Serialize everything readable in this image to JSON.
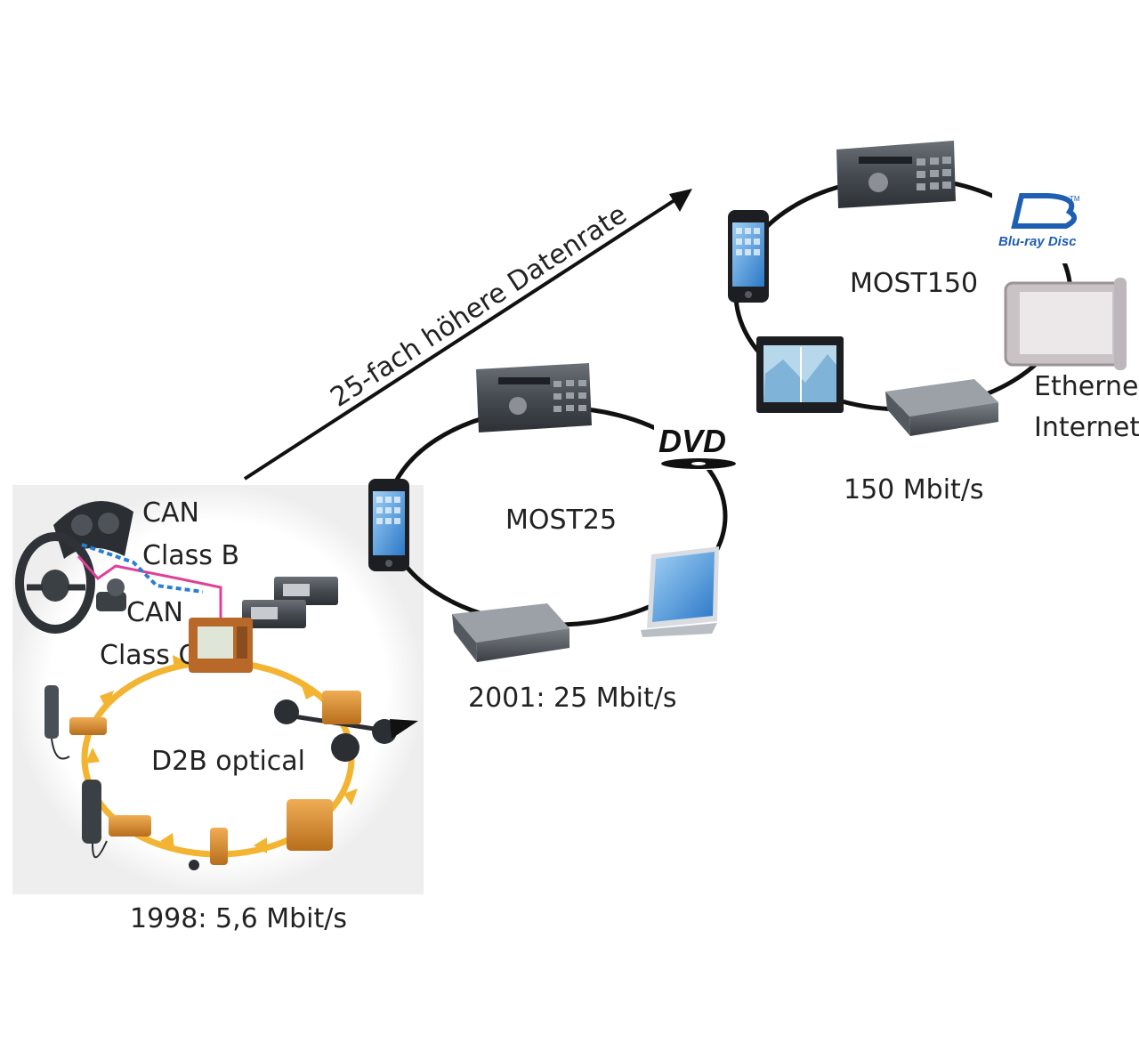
{
  "colors": {
    "ring": "#111111",
    "d2b_arrow": "#f2b431",
    "can_class_b": "#e0409a",
    "can_class_c": "#2a7fd4",
    "orange_box": "#d98a2e",
    "device_dark": "#3e4247",
    "bluray_blue": "#1e5fb4"
  },
  "trend_arrow": {
    "label": "25-fach höhere Datenrate"
  },
  "most150": {
    "name": "MOST150",
    "rate": "150 Mbit/s",
    "ethernet": "Ethernet",
    "internet": "Internet",
    "bluray_brand": "Blu-ray Disc",
    "bluray_tm": "TM"
  },
  "most25": {
    "name": "MOST25",
    "rate": "2001: 25 Mbit/s",
    "dvd_logo": "DVD"
  },
  "d2b": {
    "name": "D2B optical",
    "rate": "1998: 5,6 Mbit/s",
    "can_b_line1": "CAN",
    "can_b_line2": "Class B",
    "can_c_line1": "CAN",
    "can_c_line2": "Class C"
  },
  "icons": [
    "head-unit-icon",
    "smartphone-icon",
    "navigation-display-icon",
    "amplifier-box-icon",
    "laptop-icon",
    "dvd-logo",
    "blu-ray-logo",
    "ethernet-adapter-icon",
    "steering-wheel-icon",
    "instrument-cluster-icon",
    "camera-icon",
    "radio-unit-icon",
    "control-unit-icon",
    "mobile-phone-icon",
    "speaker-icon"
  ]
}
